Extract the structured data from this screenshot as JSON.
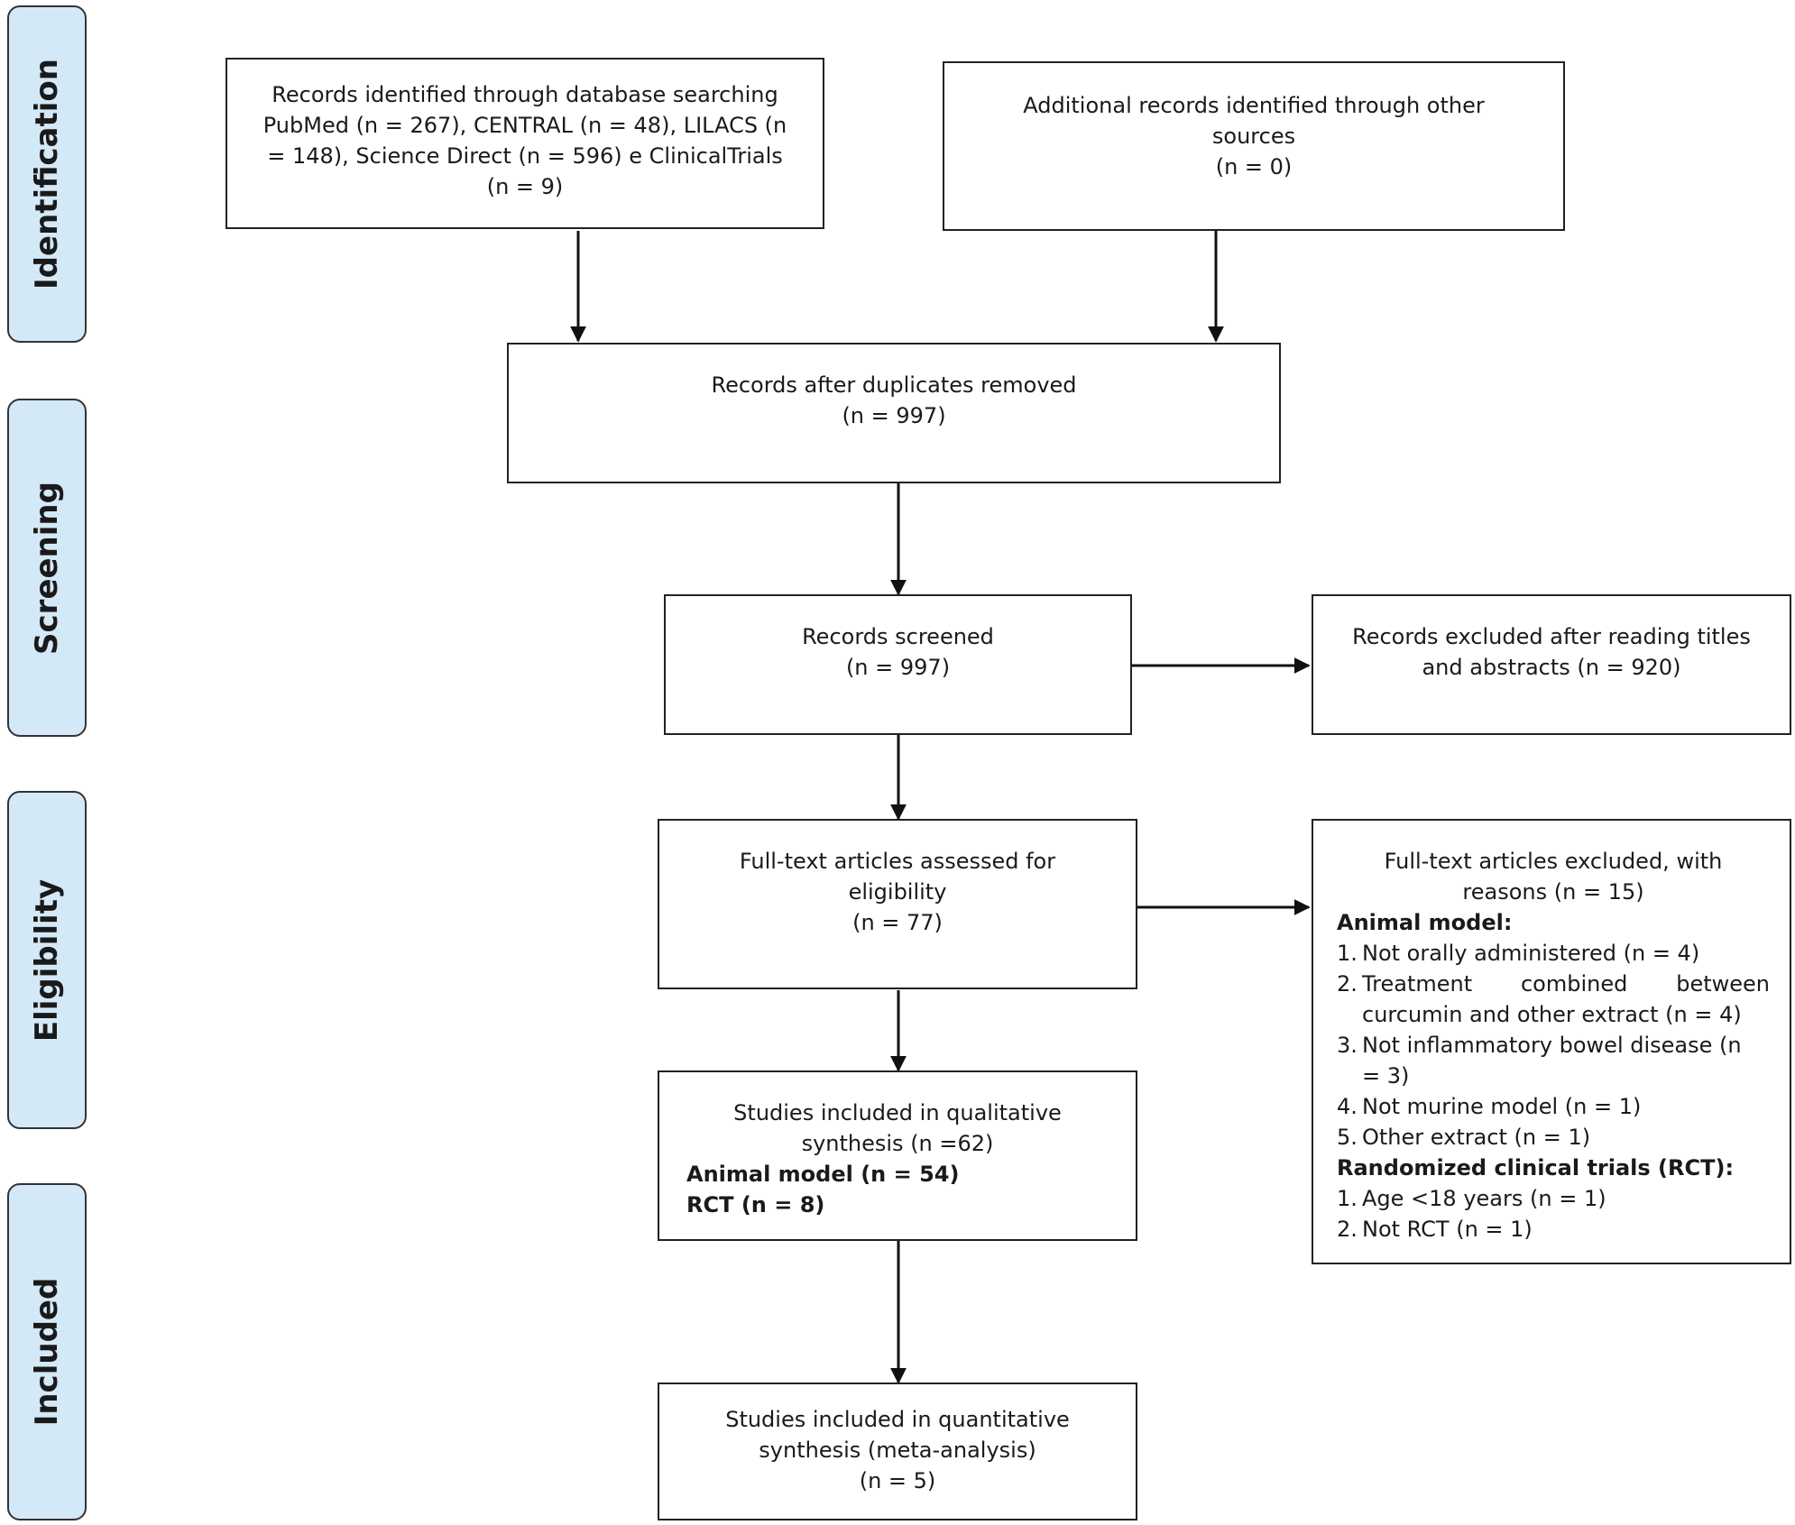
{
  "phases": [
    "Identification",
    "Screening",
    "Eligibility",
    "Included"
  ],
  "identification": {
    "database_lines": [
      "Records identified through database searching",
      "PubMed (n = 267), CENTRAL (n = 48), LILACS (n",
      "= 148), Science Direct (n = 596) e ClinicalTrials",
      "(n = 9)"
    ],
    "other_lines": [
      "Additional records identified through other",
      "sources",
      "(n = 0)"
    ]
  },
  "duplicates_removed": {
    "text": "Records after duplicates removed",
    "n": "(n = 997)"
  },
  "screened": {
    "text": "Records screened",
    "n": "(n = 997)"
  },
  "excluded_titles": [
    "Records excluded after reading titles",
    "and abstracts (n = 920)"
  ],
  "full_text_assessed": [
    "Full-text articles assessed for",
    "eligibility",
    "(n = 77)"
  ],
  "full_text_excluded": {
    "heading": [
      "Full-text articles excluded, with",
      "reasons (n = 15)"
    ],
    "animal_heading": "Animal model:",
    "animal_items": [
      {
        "num": "1.",
        "text": "Not orally administered (n = 4)"
      },
      {
        "num": "2.",
        "text": "Treatment combined between",
        "cont": "curcumin and other extract (n = 4)"
      },
      {
        "num": "3.",
        "text": "Not inflammatory bowel disease (n",
        "cont": "= 3)"
      },
      {
        "num": "4.",
        "text": "Not murine model (n = 1)"
      },
      {
        "num": "5.",
        "text": "Other extract (n = 1)"
      }
    ],
    "rct_heading": "Randomized clinical trials (RCT):",
    "rct_items": [
      {
        "num": "1.",
        "text": "Age <18 years (n = 1)"
      },
      {
        "num": "2.",
        "text": "Not RCT (n = 1)"
      }
    ]
  },
  "qualitative": {
    "lines": [
      "Studies included in qualitative",
      "synthesis (n =62)"
    ],
    "animal": "Animal model (n = 54)",
    "rct": "RCT (n = 8)"
  },
  "quantitative": [
    "Studies included in quantitative",
    "synthesis (meta-analysis)",
    "(n = 5)"
  ]
}
